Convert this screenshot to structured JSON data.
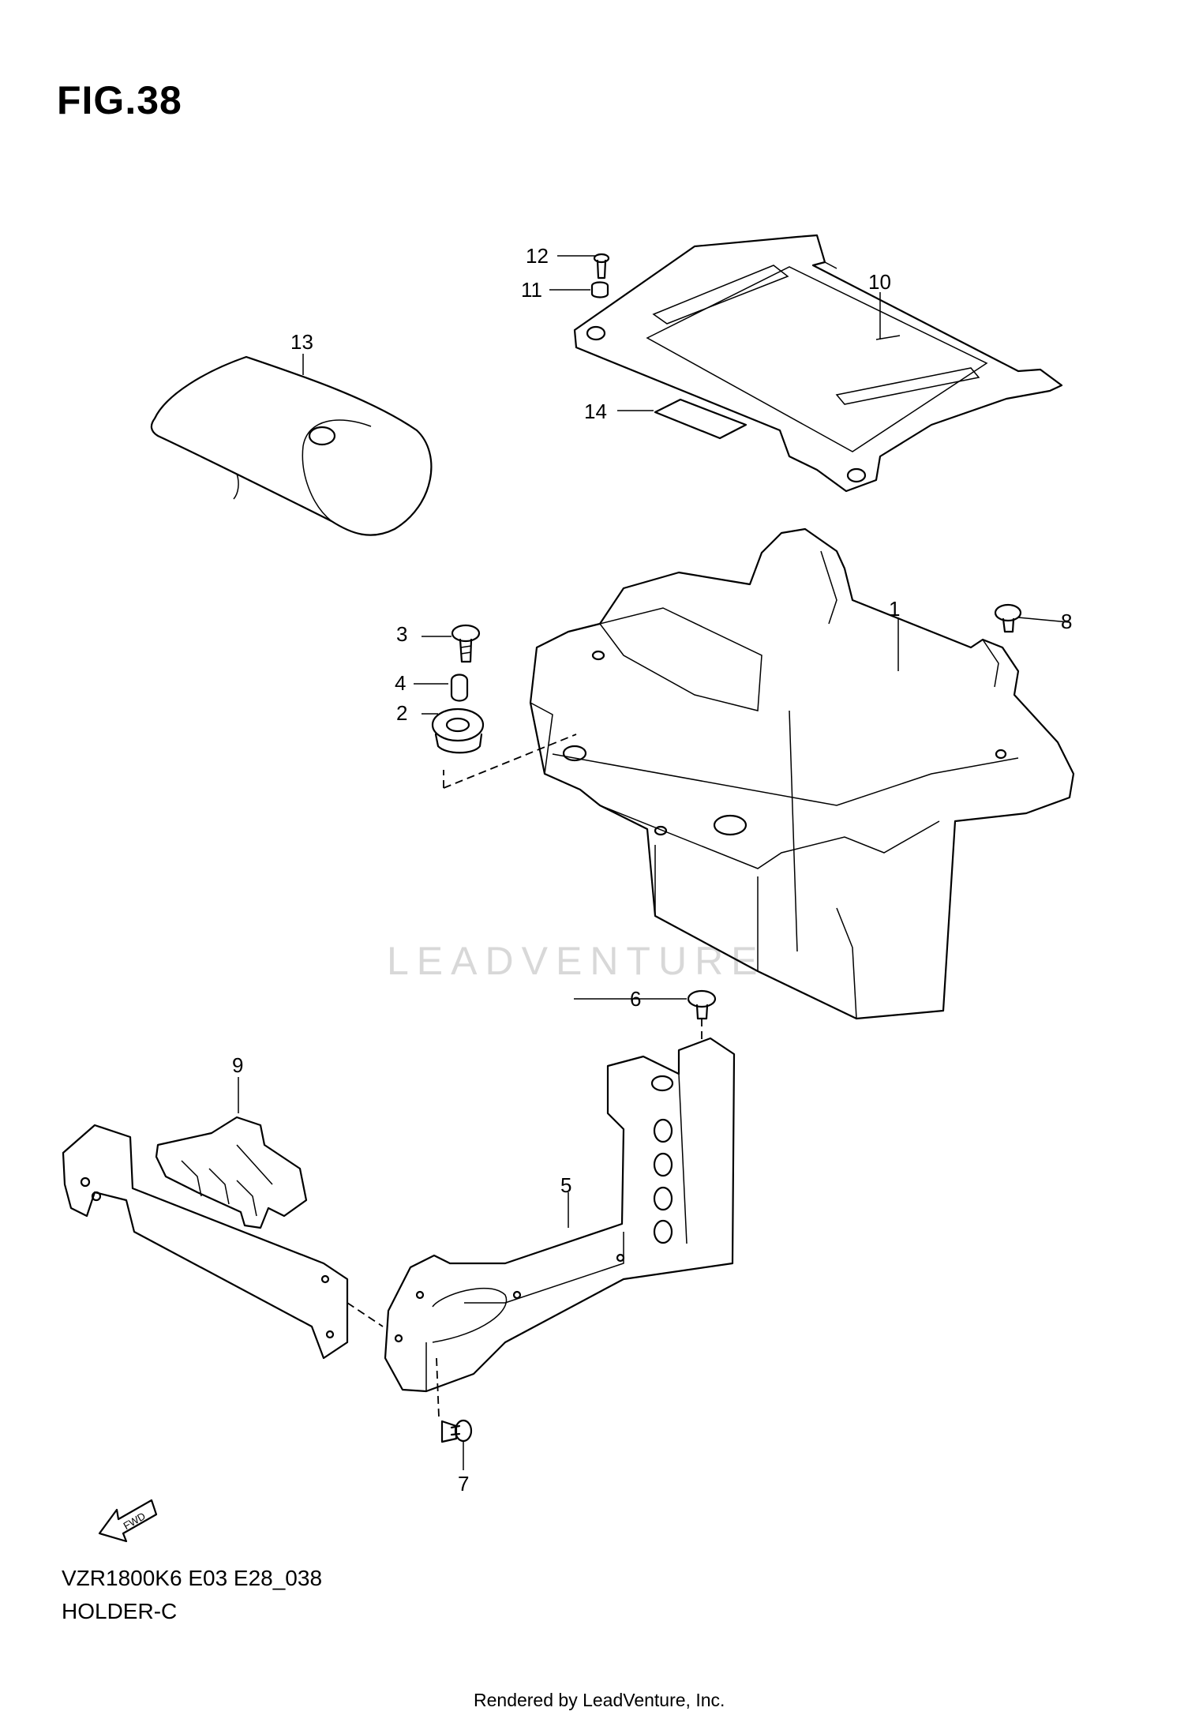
{
  "figure": {
    "title": "FIG.38"
  },
  "watermark": {
    "text": "LEADVENTURE"
  },
  "callouts": [
    {
      "id": "1",
      "label": "1"
    },
    {
      "id": "2",
      "label": "2"
    },
    {
      "id": "3",
      "label": "3"
    },
    {
      "id": "4",
      "label": "4"
    },
    {
      "id": "5",
      "label": "5"
    },
    {
      "id": "6",
      "label": "6"
    },
    {
      "id": "7",
      "label": "7"
    },
    {
      "id": "8",
      "label": "8"
    },
    {
      "id": "9",
      "label": "9"
    },
    {
      "id": "10",
      "label": "10"
    },
    {
      "id": "11",
      "label": "11"
    },
    {
      "id": "12",
      "label": "12"
    },
    {
      "id": "13",
      "label": "13"
    },
    {
      "id": "14",
      "label": "14"
    }
  ],
  "fwd_arrow": {
    "label": "FWD"
  },
  "footer": {
    "drawing_code": "VZR1800K6 E03 E28_038",
    "drawing_name": "HOLDER-C",
    "credit": "Rendered by LeadVenture, Inc."
  }
}
